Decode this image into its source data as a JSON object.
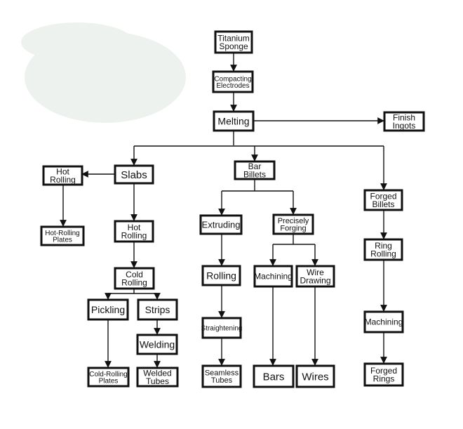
{
  "diagram": {
    "nodes": {
      "titanium_sponge": {
        "lines": [
          "Titanium",
          "Sponge"
        ]
      },
      "compacting_electrodes": {
        "lines": [
          "Compacting",
          "Electrodes"
        ]
      },
      "melting": {
        "lines": [
          "Melting"
        ]
      },
      "finish_ingots": {
        "lines": [
          "Finish",
          "Ingots"
        ]
      },
      "hot_rolling_top": {
        "lines": [
          "Hot",
          "Rolling"
        ]
      },
      "slabs": {
        "lines": [
          "Slabs"
        ]
      },
      "bar_billets": {
        "lines": [
          "Bar",
          "Billets"
        ]
      },
      "forged_billets": {
        "lines": [
          "Forged",
          "Billets"
        ]
      },
      "hot_rolling_plates": {
        "lines": [
          "Hot-Rolling",
          "Plates"
        ]
      },
      "hot_rolling_mid": {
        "lines": [
          "Hot",
          "Rolling"
        ]
      },
      "extruding": {
        "lines": [
          "Extruding"
        ]
      },
      "precisely_forging": {
        "lines": [
          "Precisely",
          "Forging"
        ]
      },
      "ring_rolling": {
        "lines": [
          "Ring",
          "Rolling"
        ]
      },
      "cold_rolling": {
        "lines": [
          "Cold",
          "Rolling"
        ]
      },
      "rolling": {
        "lines": [
          "Rolling"
        ]
      },
      "machining_mid": {
        "lines": [
          "Machining"
        ]
      },
      "wire_drawing": {
        "lines": [
          "Wire",
          "Drawing"
        ]
      },
      "pickling": {
        "lines": [
          "Pickling"
        ]
      },
      "strips": {
        "lines": [
          "Strips"
        ]
      },
      "machining_right": {
        "lines": [
          "Machining"
        ]
      },
      "welding": {
        "lines": [
          "Welding"
        ]
      },
      "straightening": {
        "lines": [
          "Straightening"
        ]
      },
      "cold_rolling_plates": {
        "lines": [
          "Cold-Rolling",
          "Plates"
        ]
      },
      "welded_tubes": {
        "lines": [
          "Welded",
          "Tubes"
        ]
      },
      "seamless_tubes": {
        "lines": [
          "Seamless",
          "Tubes"
        ]
      },
      "bars": {
        "lines": [
          "Bars"
        ]
      },
      "wires": {
        "lines": [
          "Wires"
        ]
      },
      "forged_rings": {
        "lines": [
          "Forged",
          "Rings"
        ]
      }
    }
  }
}
